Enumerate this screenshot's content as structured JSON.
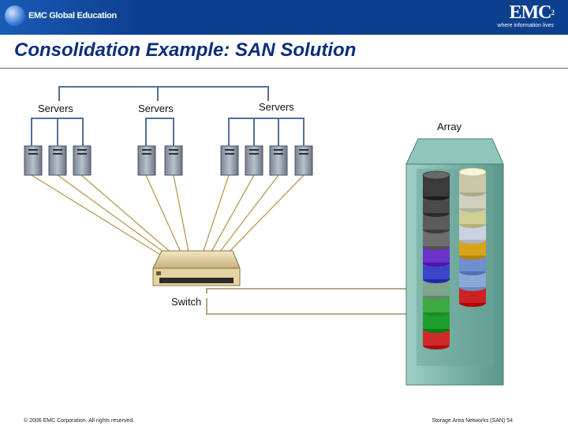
{
  "header": {
    "edu_logo_text": "EMC Global Education",
    "emc_mark": "EMC",
    "emc_sup": "2",
    "emc_tagline": "where information lives"
  },
  "title": "Consolidation Example: SAN Solution",
  "labels": {
    "servers_1": "Servers",
    "servers_2": "Servers",
    "servers_3": "Servers",
    "array": "Array",
    "switch": "Switch"
  },
  "footer": {
    "copyright": "© 2006 EMC Corporation. All rights reserved.",
    "page": "Storage Area Networks (SAN) 54"
  },
  "colors": {
    "header_bg": "#0c3f8e",
    "title": "#0c2e7a",
    "cable_server": "#b79b53",
    "cable_array": "#8a7340",
    "server_tree": "#4f6f9a",
    "cabinet": "#79b3a7"
  },
  "disks": {
    "left": [
      "#3b3b3b",
      "#4a4a4a",
      "#5b5b5b",
      "#6e6e6e",
      "#6b33c8",
      "#3c45c8",
      "#7fa68a",
      "#3dab43",
      "#1e9e2c",
      "#cf2b2b"
    ],
    "right": [
      "#c8c8a8",
      "#d1d1c0",
      "#cfcf96",
      "#c9d2de",
      "#d7a21c",
      "#6f8fd0",
      "#8aa7d8",
      "#cc2222"
    ]
  }
}
